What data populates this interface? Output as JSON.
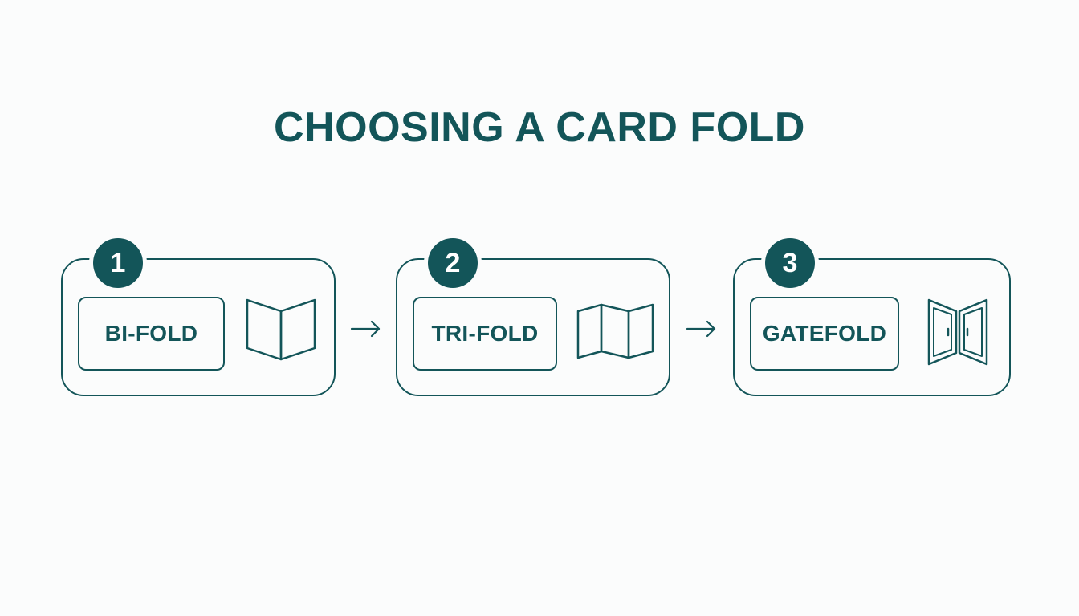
{
  "title": "CHOOSING A CARD FOLD",
  "steps": [
    {
      "number": "1",
      "label": "BI-FOLD",
      "icon": "bifold-card-icon"
    },
    {
      "number": "2",
      "label": "TRI-FOLD",
      "icon": "trifold-card-icon"
    },
    {
      "number": "3",
      "label": "GATEFOLD",
      "icon": "gatefold-doors-icon"
    }
  ],
  "colors": {
    "primary": "#135559",
    "background": "#fbfcfc"
  }
}
